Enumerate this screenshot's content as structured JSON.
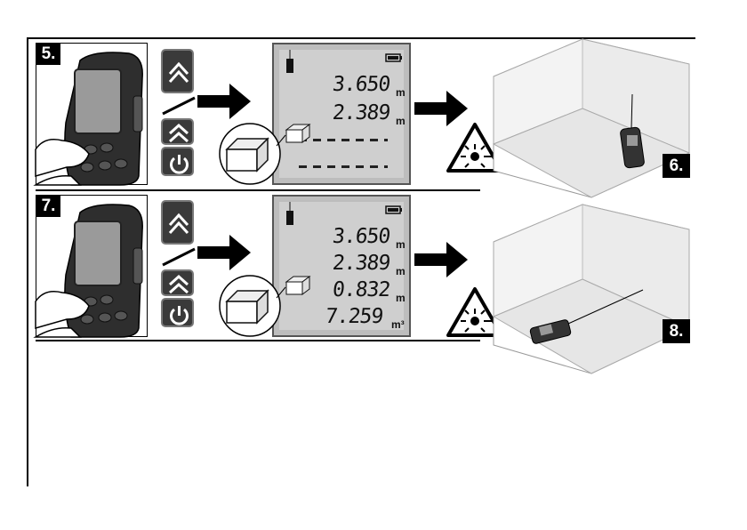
{
  "steps": {
    "step5": "5.",
    "step6": "6.",
    "step7": "7.",
    "step8": "8."
  },
  "display_top": {
    "length": "3.650",
    "width": "2.389",
    "unit1": "m",
    "unit2": "m"
  },
  "display_bottom": {
    "length": "3.650",
    "width": "2.389",
    "height": "0.832",
    "volume": "7.259",
    "unit1": "m",
    "unit2": "m",
    "unit3": "m",
    "unit4": "m³"
  },
  "icons": [
    "device-keypad-icon",
    "chevron-up-icon",
    "power-icon",
    "volume-box-icon",
    "laser-warning-icon",
    "arrow-right-icon",
    "battery-icon",
    "room-icon"
  ],
  "colors": {
    "lcd_bg": "#cfcfcf",
    "device_body": "#3a3a3a",
    "badge": "#000000"
  }
}
